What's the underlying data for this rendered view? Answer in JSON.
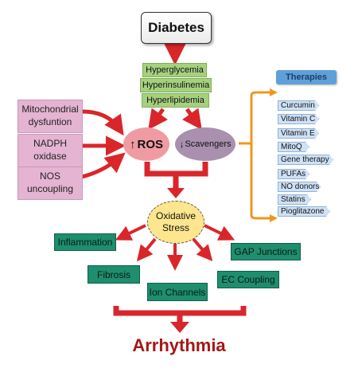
{
  "diabetes": "Diabetes",
  "conditions": [
    "Hyperglycemia",
    "Hyperinsulinemia",
    "Hyperlipidemia"
  ],
  "sources": [
    {
      "line1": "Mitochondrial",
      "line2": "dysfuntion"
    },
    {
      "line1": "NADPH",
      "line2": "oxidase"
    },
    {
      "line1": "NOS",
      "line2": "uncoupling"
    }
  ],
  "ros": {
    "arrow": "↑",
    "label": "ROS"
  },
  "scavengers": {
    "arrow": "↓",
    "label": "Scavengers"
  },
  "oxidative": {
    "line1": "Oxidative",
    "line2": "Stress"
  },
  "effects": [
    "Inflammation",
    "GAP Junctions",
    "Fibrosis",
    "EC Coupling",
    "Ion Channels"
  ],
  "therapies": {
    "title": "Therapies",
    "items": [
      "Curcumin",
      "Vitamin C",
      "Vitamin E",
      "MitoQ",
      "Gene therapy",
      "PUFAs",
      "NO donors",
      "Statins",
      "Pioglitazone"
    ]
  },
  "outcome": "Arrhythmia",
  "colors": {
    "arrow_red": "#d9262b",
    "bracket_orange": "#f0961e",
    "teal": "#1e8e6e",
    "green": "#a5d17e",
    "pink": "#e5b4d2"
  }
}
